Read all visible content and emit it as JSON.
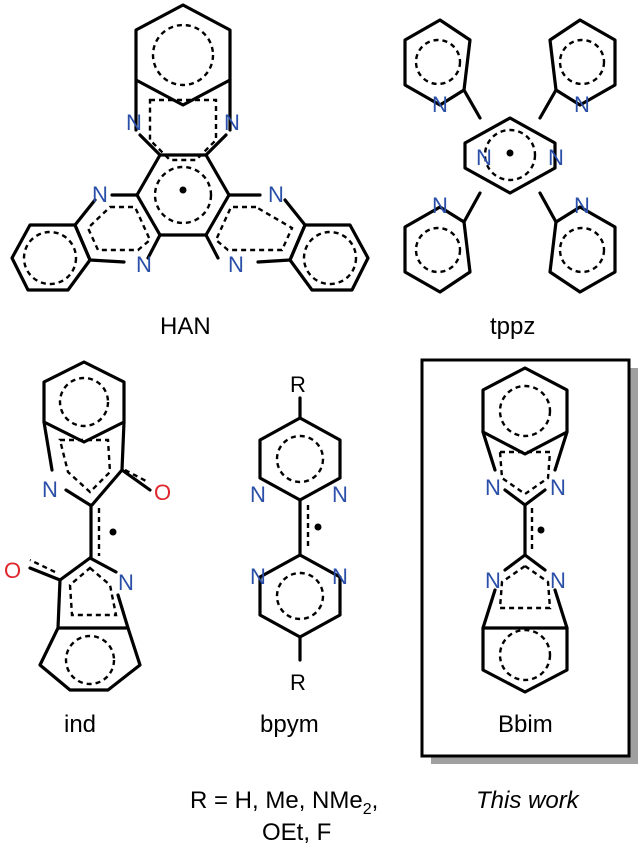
{
  "molecules": {
    "han": {
      "label": "HAN"
    },
    "tppz": {
      "label": "tppz"
    },
    "ind": {
      "label": "ind"
    },
    "bpym": {
      "label": "bpym"
    },
    "bbim": {
      "label": "Bbim"
    }
  },
  "atoms": {
    "nitrogen": "N",
    "oxygen": "O",
    "substituent": "R"
  },
  "notes": {
    "r_groups_line1": "R = H, Me, NMe",
    "r_groups_sub": "2",
    "r_groups_suffix": ",",
    "r_groups_line2": "OEt, F",
    "this_work": "This work"
  },
  "colors": {
    "nitrogen": "#2a4fa8",
    "oxygen": "#e0262c",
    "box_shadow": "#a0a0a0"
  }
}
